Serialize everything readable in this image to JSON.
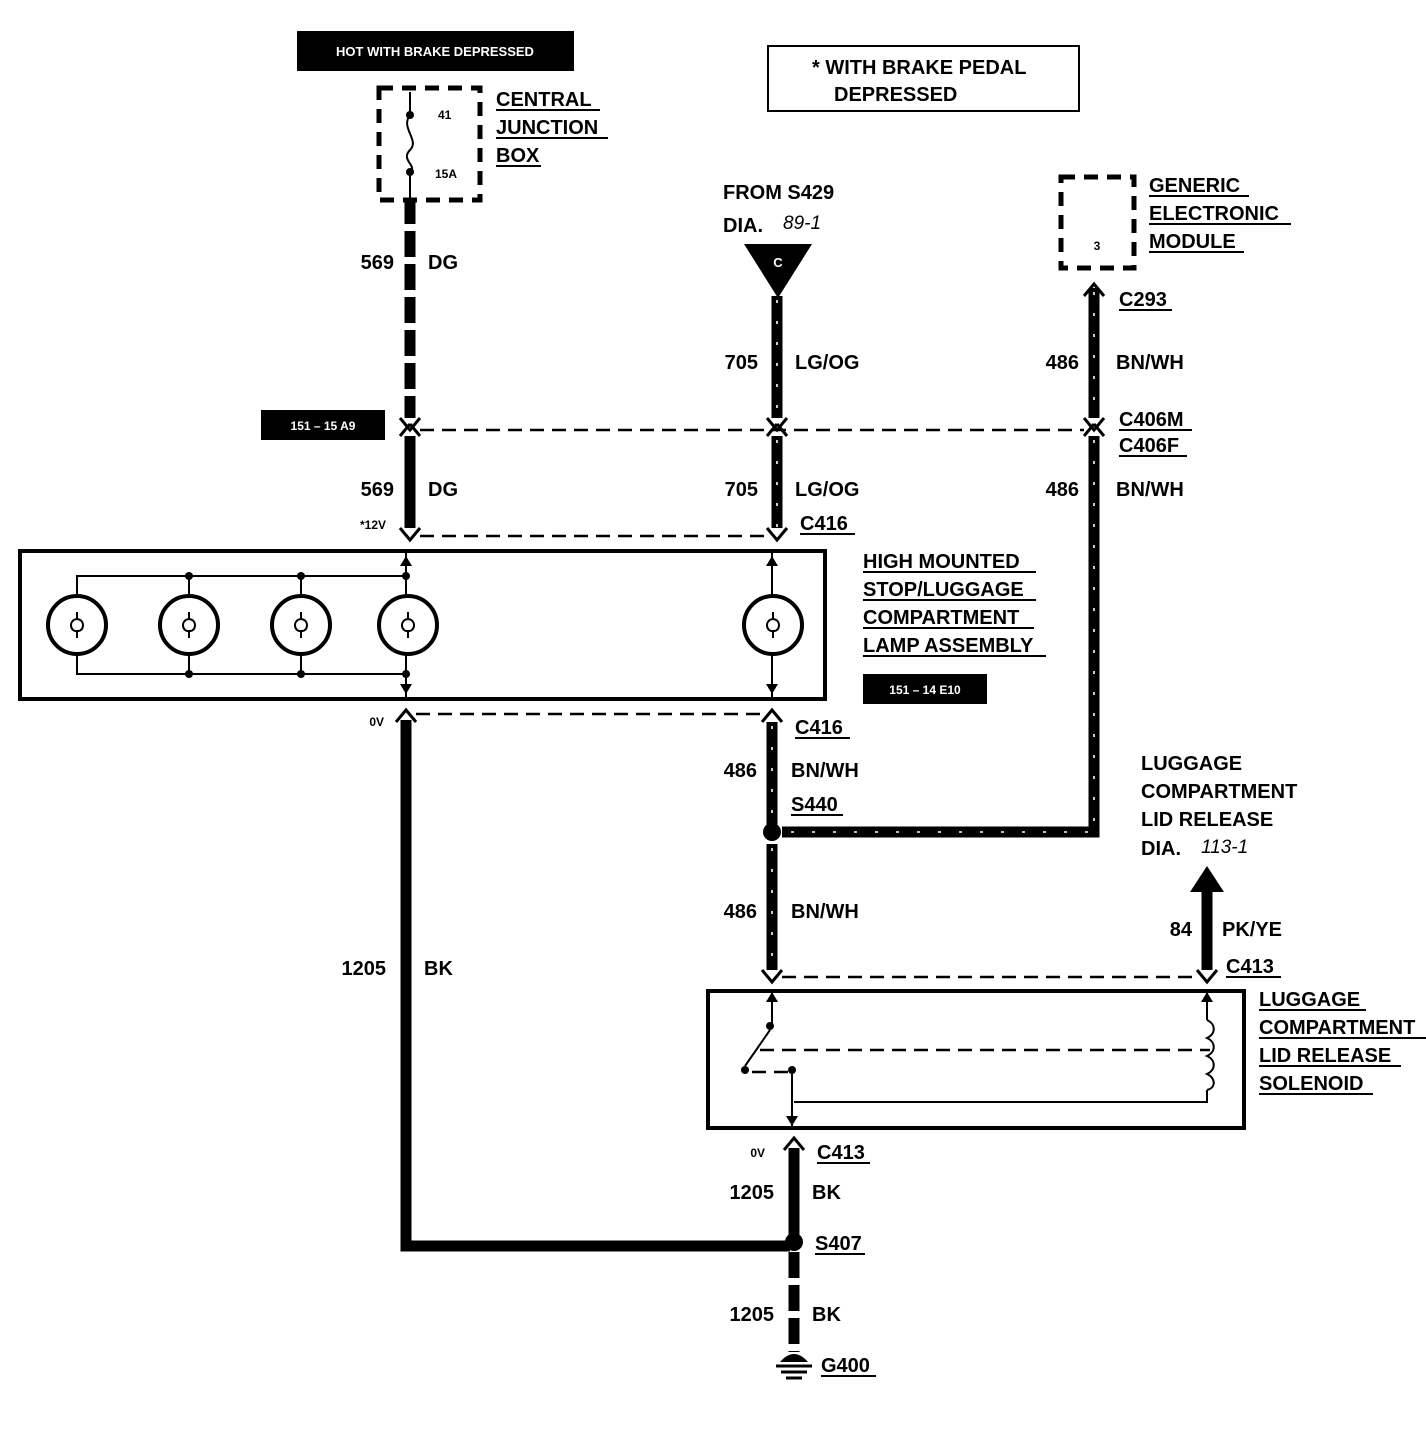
{
  "notes": {
    "hot": "HOT WITH BRAKE DEPRESSED",
    "brake_line1": "* WITH BRAKE PEDAL",
    "brake_line2": "DEPRESSED"
  },
  "junction_box": {
    "line1": "CENTRAL",
    "line2": "JUNCTION",
    "line3": "BOX",
    "fuse_number": "41",
    "fuse_rating": "15A"
  },
  "source": {
    "from": "FROM S429",
    "dia_prefix": "DIA.",
    "dia_ref": "89-1",
    "connector_letter": "C"
  },
  "gem": {
    "line1": "GENERIC",
    "line2": "ELECTRONIC",
    "line3": "MODULE",
    "pin": "3"
  },
  "wires": {
    "w569_num": "569",
    "w569_color": "DG",
    "w705_num": "705",
    "w705_color": "LG/OG",
    "w486_num": "486",
    "w486_color": "BN/WH",
    "w1205_num": "1205",
    "w1205_color": "BK",
    "w84_num": "84",
    "w84_color": "PK/YE"
  },
  "connectors": {
    "c293": "C293",
    "c406m": "C406M",
    "c406f": "C406F",
    "c416": "C416",
    "s440": "S440",
    "c413": "C413",
    "s407": "S407",
    "g400": "G400"
  },
  "refs": {
    "ref_a9": "151 – 15 A9",
    "ref_e10": "151 – 14 E10"
  },
  "voltages": {
    "v12": "*12V",
    "v0": "0V"
  },
  "lamp_assembly": {
    "line1": "HIGH MOUNTED",
    "line2": "STOP/LUGGAGE",
    "line3": "COMPARTMENT",
    "line4": "LAMP ASSEMBLY"
  },
  "lid_release": {
    "line1": "LUGGAGE",
    "line2": "COMPARTMENT",
    "line3": "LID RELEASE",
    "dia_prefix": "DIA.",
    "dia_ref": "113-1"
  },
  "solenoid": {
    "line1": "LUGGAGE",
    "line2": "COMPARTMENT",
    "line3": "LID RELEASE",
    "line4": "SOLENOID"
  }
}
